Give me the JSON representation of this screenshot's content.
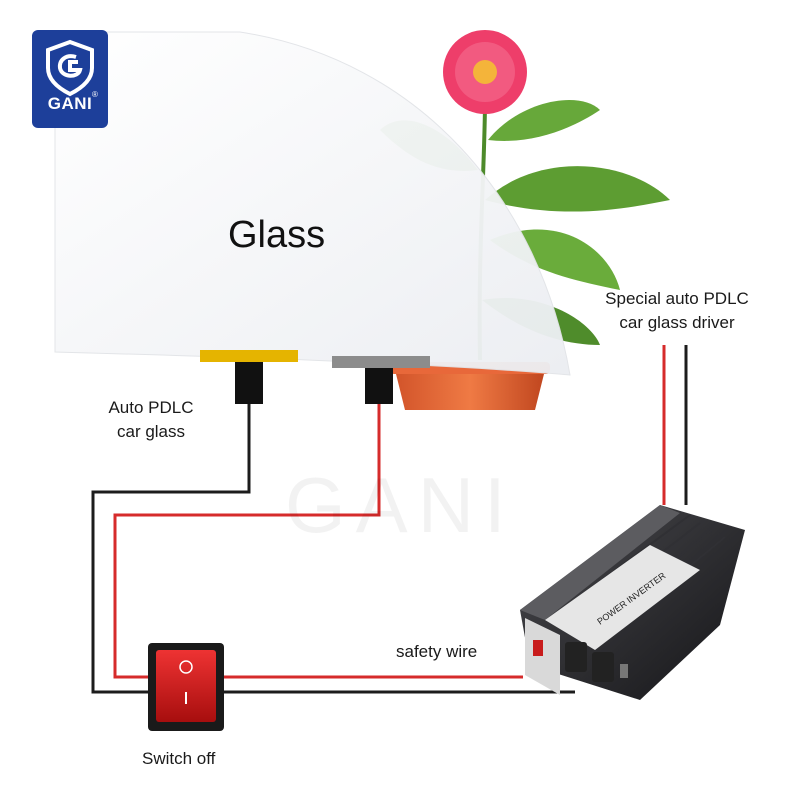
{
  "brand": {
    "name": "GANI",
    "mark": "®",
    "color": "#1d3f9a"
  },
  "watermark": "GANI",
  "labels": {
    "glass": "Glass",
    "auto_pdlc_line1": "Auto PDLC",
    "auto_pdlc_line2": "car glass",
    "driver_line1": "Special auto PDLC",
    "driver_line2": "car glass driver",
    "safety_wire": "safety wire",
    "switch": "Switch off"
  },
  "inverter": {
    "text": "POWER INVERTER"
  },
  "colors": {
    "wire_red": "#d62b2b",
    "wire_black": "#1c1c1c",
    "busbar_yellow": "#e5b400",
    "busbar_gray": "#8c8c8c",
    "switch_red": "#d11a1a"
  }
}
